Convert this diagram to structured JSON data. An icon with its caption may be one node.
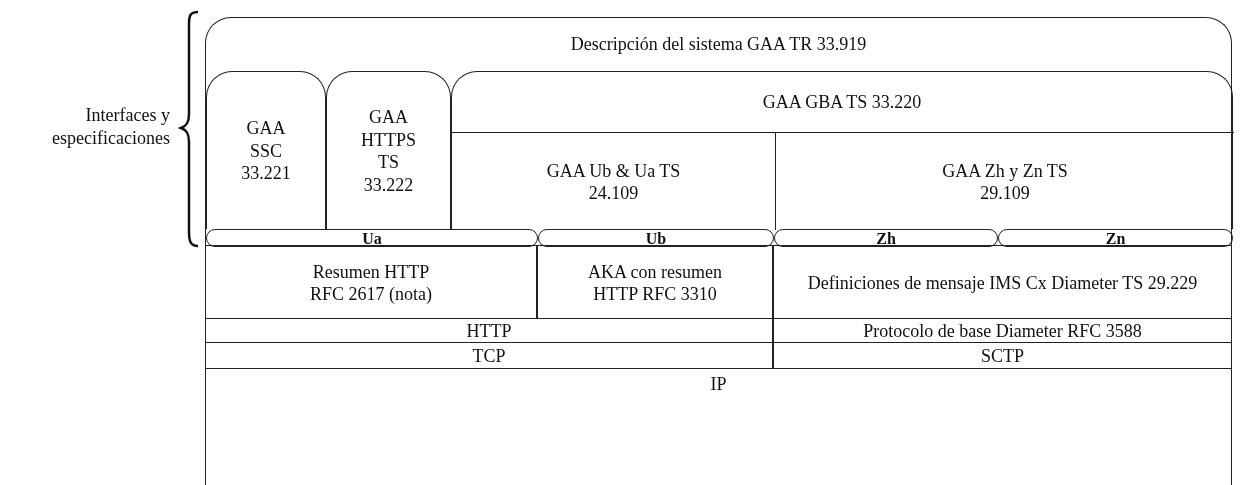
{
  "diagram": {
    "nodes": [
      {
        "text": [
          "Descripción del sistema GAA TR 33.919"
        ]
      },
      {
        "text": [
          "GAA SSC 33.221"
        ],
        "in": 0
      },
      {
        "text": [
          "GAA HTTPS TS 33.222"
        ],
        "in": 0
      },
      {
        "text": [
          "GAA GBA TS 33.220"
        ],
        "in": 0
      },
      {
        "text": [
          "GAA Ub & Ua TS 24.109"
        ],
        "in": 3
      },
      {
        "text": [
          "GAA Zh y Zn TS 29.109"
        ],
        "in": 3
      },
      {
        "text": [
          "Ua"
        ],
        "in": 0
      },
      {
        "text": [
          "Ub"
        ],
        "in": 0
      },
      {
        "text": [
          "Zh"
        ],
        "in": 0
      },
      {
        "text": [
          "Zn"
        ],
        "in": 0
      },
      {
        "text": [
          "Resumen HTTP RFC 2617 (nota)"
        ]
      },
      {
        "text": [
          "AKA con resumen HTTP RFC 3310"
        ]
      },
      {
        "text": [
          "Definiciones de mensaje IMS Cx Diameter TS 29.229"
        ]
      },
      {
        "text": [
          "HTTP"
        ]
      },
      {
        "text": [
          "Protocolo de base Diameter RFC 3588"
        ]
      },
      {
        "text": [
          "TCP"
        ]
      },
      {
        "text": [
          "SCTP"
        ]
      },
      {
        "text": [
          "IP"
        ]
      }
    ],
    "edges": [],
    "labels": [
      "Interfaces y especificaciones"
    ]
  }
}
